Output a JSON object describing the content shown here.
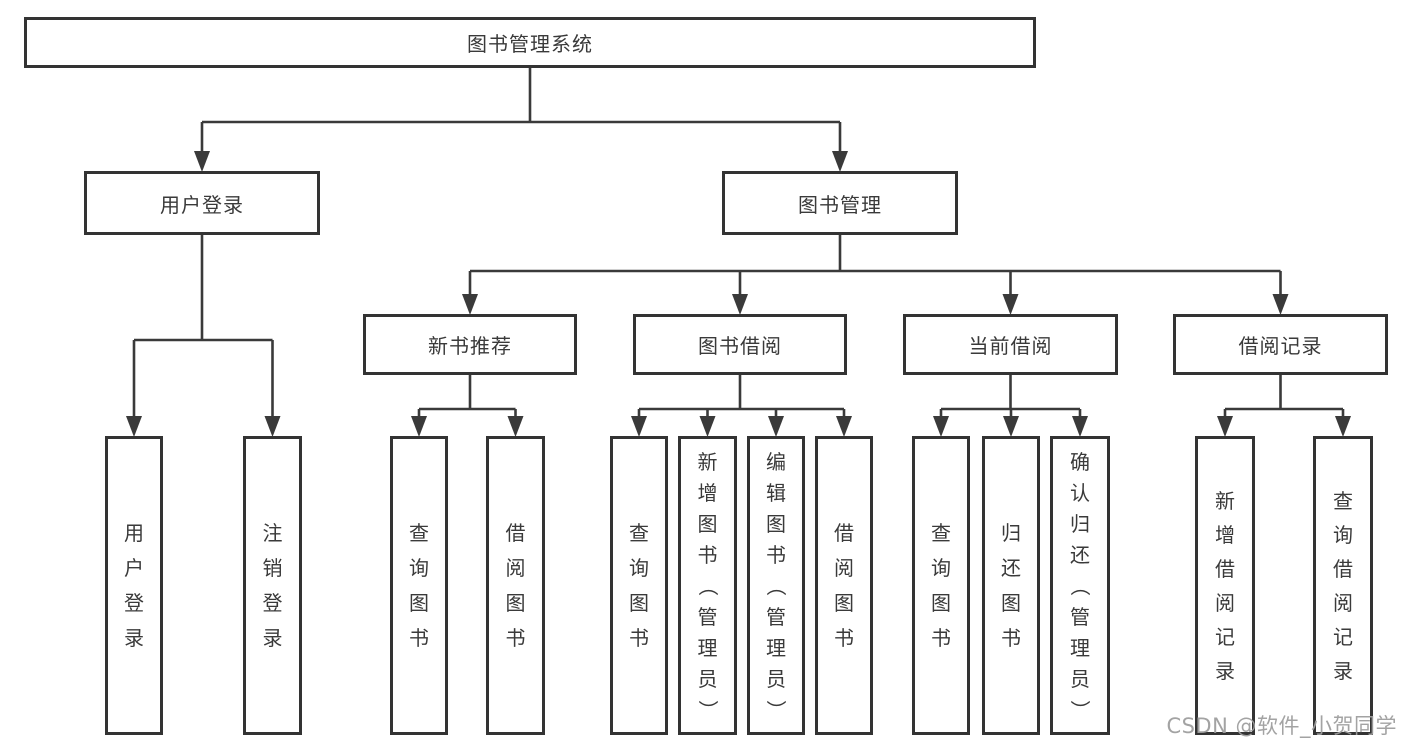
{
  "diagram": {
    "type": "hierarchy-tree",
    "title": "图书管理系统",
    "watermark": "CSDN @软件_小贺同学",
    "colors": {
      "box_border": "#333333",
      "box_fill": "#ffffff",
      "line": "#3a3a3a",
      "text": "#3a3a3a",
      "watermark": "#9e9e9e",
      "background": "#ffffff"
    },
    "nodes": [
      {
        "id": "root",
        "label": "图书管理系统",
        "parent": null,
        "text_direction": "horizontal"
      },
      {
        "id": "user-login",
        "label": "用户登录",
        "parent": "root",
        "text_direction": "horizontal"
      },
      {
        "id": "book-mgmt",
        "label": "图书管理",
        "parent": "root",
        "text_direction": "horizontal"
      },
      {
        "id": "new-books",
        "label": "新书推荐",
        "parent": "book-mgmt",
        "text_direction": "horizontal"
      },
      {
        "id": "book-borrow",
        "label": "图书借阅",
        "parent": "book-mgmt",
        "text_direction": "horizontal"
      },
      {
        "id": "current-borrow",
        "label": "当前借阅",
        "parent": "book-mgmt",
        "text_direction": "horizontal"
      },
      {
        "id": "borrow-records",
        "label": "借阅记录",
        "parent": "book-mgmt",
        "text_direction": "horizontal"
      },
      {
        "id": "leaf-user-login",
        "label": "用户登录",
        "parent": "user-login",
        "text_direction": "vertical"
      },
      {
        "id": "leaf-logout",
        "label": "注销登录",
        "parent": "user-login",
        "text_direction": "vertical"
      },
      {
        "id": "leaf-query-books-1",
        "label": "查询图书",
        "parent": "new-books",
        "text_direction": "vertical"
      },
      {
        "id": "leaf-borrow-books-1",
        "label": "借阅图书",
        "parent": "new-books",
        "text_direction": "vertical"
      },
      {
        "id": "leaf-query-books-2",
        "label": "查询图书",
        "parent": "book-borrow",
        "text_direction": "vertical"
      },
      {
        "id": "leaf-add-books",
        "label": "新增图书（管理员）",
        "parent": "book-borrow",
        "text_direction": "vertical"
      },
      {
        "id": "leaf-edit-books",
        "label": "编辑图书（管理员）",
        "parent": "book-borrow",
        "text_direction": "vertical"
      },
      {
        "id": "leaf-borrow-books-2",
        "label": "借阅图书",
        "parent": "book-borrow",
        "text_direction": "vertical"
      },
      {
        "id": "leaf-query-books-3",
        "label": "查询图书",
        "parent": "current-borrow",
        "text_direction": "vertical"
      },
      {
        "id": "leaf-return-books",
        "label": "归还图书",
        "parent": "current-borrow",
        "text_direction": "vertical"
      },
      {
        "id": "leaf-confirm-return",
        "label": "确认归还（管理员）",
        "parent": "current-borrow",
        "text_direction": "vertical"
      },
      {
        "id": "leaf-add-record",
        "label": "新增借阅记录",
        "parent": "borrow-records",
        "text_direction": "vertical"
      },
      {
        "id": "leaf-query-record",
        "label": "查询借阅记录",
        "parent": "borrow-records",
        "text_direction": "vertical"
      }
    ]
  }
}
